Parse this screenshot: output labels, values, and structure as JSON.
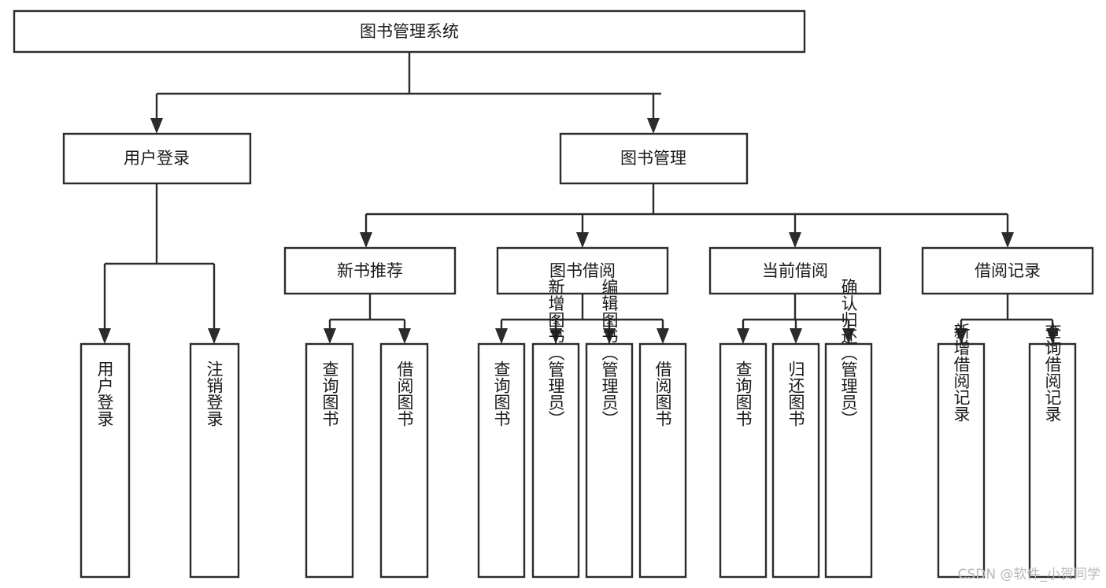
{
  "diagram": {
    "title": "图书管理系统",
    "type": "tree",
    "orientation": "top-down",
    "background_color": "#ffffff",
    "box_stroke_color": "#2b2b2b",
    "box_fill_color": "#ffffff",
    "text_color": "#1a1a1a",
    "connector_color": "#2b2b2b"
  },
  "root": {
    "label": "图书管理系统"
  },
  "level2": [
    {
      "label": "用户登录"
    },
    {
      "label": "图书管理"
    }
  ],
  "level3": [
    {
      "label": "新书推荐"
    },
    {
      "label": "图书借阅"
    },
    {
      "label": "当前借阅"
    },
    {
      "label": "借阅记录"
    }
  ],
  "leaves": {
    "user_login": [
      {
        "label": "用户登录"
      },
      {
        "label": "注销登录"
      }
    ],
    "new_book_recommend": [
      {
        "label": "查询图书"
      },
      {
        "label": "借阅图书"
      }
    ],
    "book_borrow": [
      {
        "label": "查询图书"
      },
      {
        "label": "新增图书（管理员）"
      },
      {
        "label": "编辑图书（管理员）"
      },
      {
        "label": "借阅图书"
      }
    ],
    "current_borrow": [
      {
        "label": "查询图书"
      },
      {
        "label": "归还图书"
      },
      {
        "label": "确认归还（管理员）"
      }
    ],
    "borrow_record": [
      {
        "label": "新增借阅记录"
      },
      {
        "label": "查询借阅记录"
      }
    ]
  },
  "watermark": {
    "text": "CSDN @软件_小贺同学",
    "color": "#b9b9b9"
  }
}
